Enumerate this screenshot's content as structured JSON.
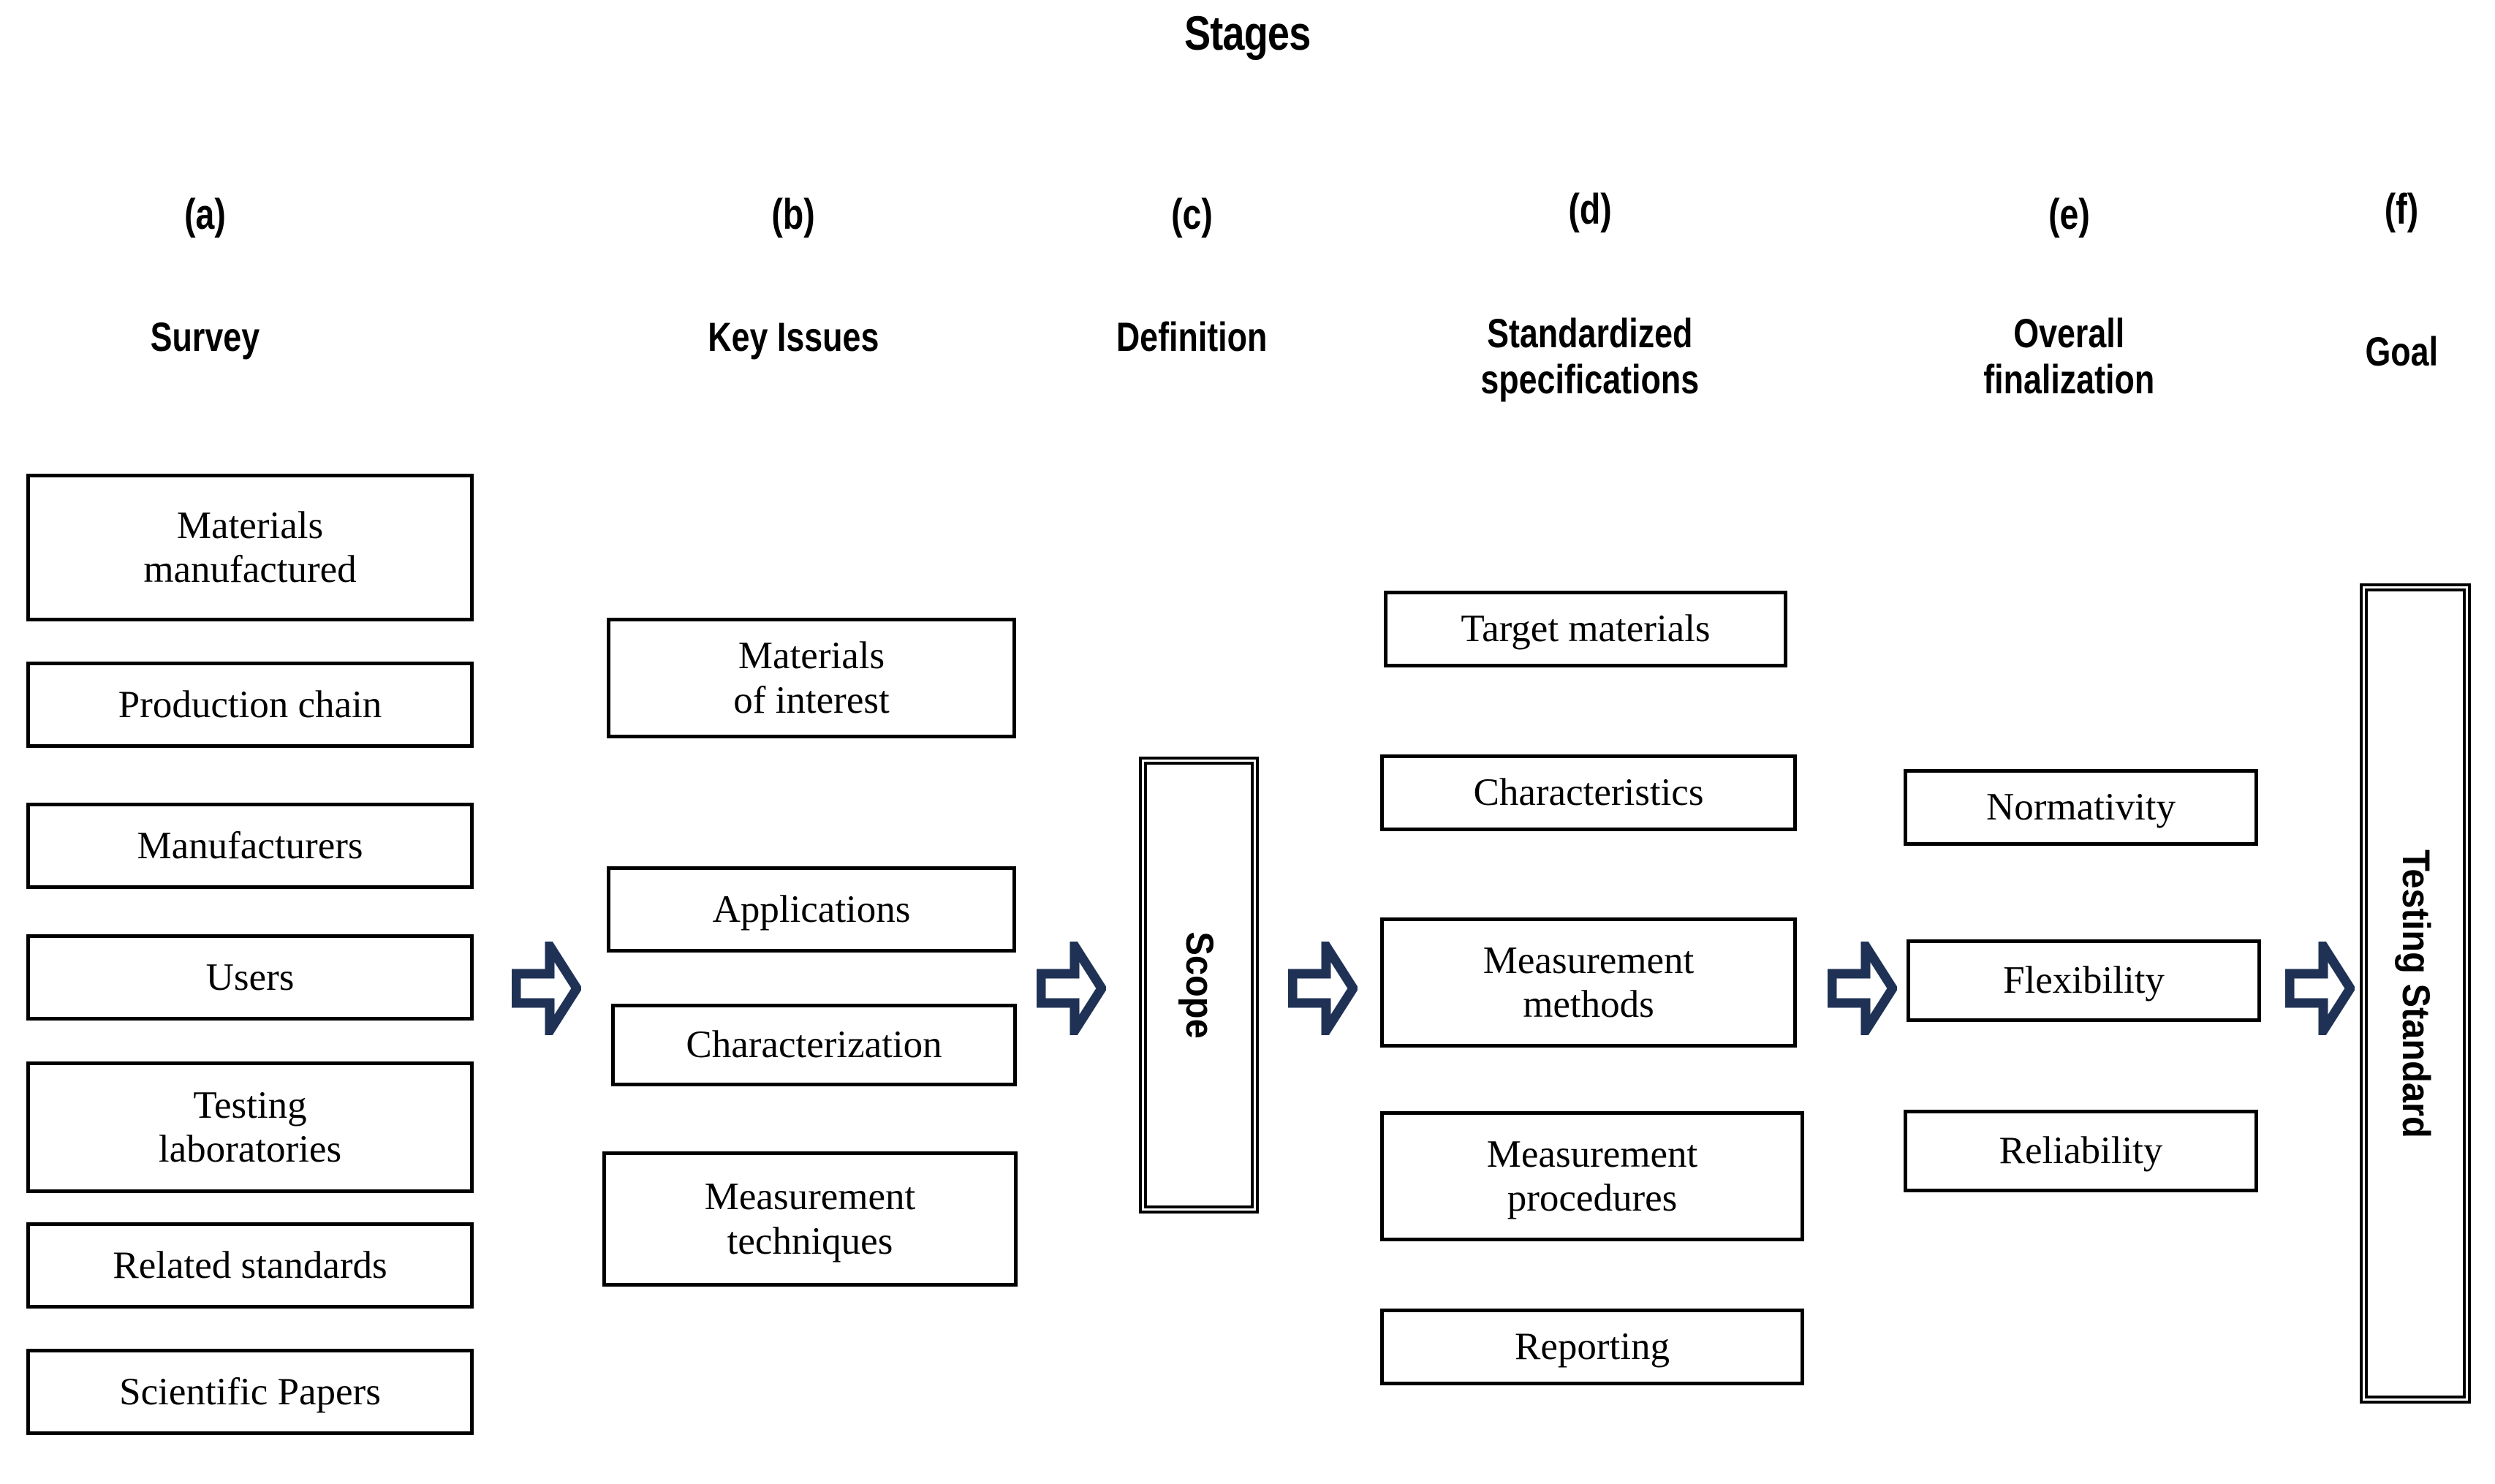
{
  "title": "Stages",
  "accent_color": "#1F3256",
  "line_color": "#000000",
  "background_color": "#FFFFFF",
  "columns": [
    {
      "letter": "(a)",
      "name": "Survey",
      "items": [
        "Materials\nmanufactured",
        "Production chain",
        "Manufacturers",
        "Users",
        "Testing\nlaboratories",
        "Related standards",
        "Scientific Papers"
      ]
    },
    {
      "letter": "(b)",
      "name": "Key Issues",
      "items": [
        "Materials\nof interest",
        "Applications",
        "Characterization",
        "Measurement\ntechniques"
      ]
    },
    {
      "letter": "(c)",
      "name": "Definition",
      "items": [
        "Scope"
      ]
    },
    {
      "letter": "(d)",
      "name": "Standardized\nspecifications",
      "items": [
        "Target materials",
        "Characteristics",
        "Measurement\nmethods",
        "Measurement\nprocedures",
        "Reporting"
      ]
    },
    {
      "letter": "(e)",
      "name": "Overall\nfinalization",
      "items": [
        "Normativity",
        "Flexibility",
        "Reliability"
      ]
    },
    {
      "letter": "(f)",
      "name": "Goal",
      "items": [
        "Testing Standard"
      ]
    }
  ],
  "arrows": [
    {
      "name": "arrow-survey-to-key-issues"
    },
    {
      "name": "arrow-key-issues-to-definition"
    },
    {
      "name": "arrow-definition-to-specifications"
    },
    {
      "name": "arrow-specifications-to-finalization"
    },
    {
      "name": "arrow-finalization-to-goal"
    }
  ],
  "chart_data": {
    "type": "diagram",
    "title": "Stages",
    "flow": "left-to-right",
    "stages": [
      {
        "id": "a",
        "label": "Survey",
        "count": 7
      },
      {
        "id": "b",
        "label": "Key Issues",
        "count": 4
      },
      {
        "id": "c",
        "label": "Definition",
        "count": 1
      },
      {
        "id": "d",
        "label": "Standardized specifications",
        "count": 5
      },
      {
        "id": "e",
        "label": "Overall finalization",
        "count": 3
      },
      {
        "id": "f",
        "label": "Goal",
        "count": 1
      }
    ]
  }
}
